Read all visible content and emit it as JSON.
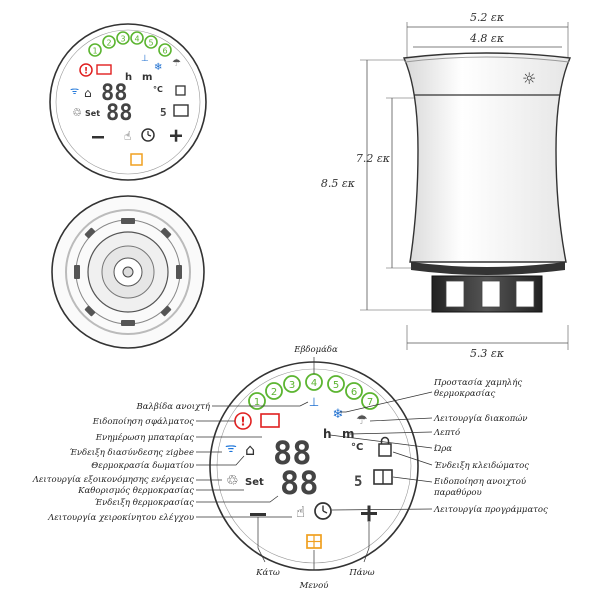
{
  "dimensions": {
    "top_width": "5.2 εκ",
    "inner_width": "4.8 εκ",
    "bottom_width": "5.3 εκ",
    "body_height": "7.2 εκ",
    "total_height": "8.5 εκ"
  },
  "display": {
    "days": [
      "1",
      "2",
      "3",
      "4",
      "5",
      "6",
      "7"
    ],
    "h": "h",
    "m": "m",
    "unit": "°C",
    "set": "Set",
    "digits_top": "88",
    "digits_bottom": "88",
    "small_digit": "5"
  },
  "callouts": {
    "week": "Εβδομάδα",
    "valve_open": "Βαλβίδα ανοιχτή",
    "fault": "Ειδοποίηση σφάλματος",
    "battery": "Ενημέρωση μπαταρίας",
    "zigbee": "Ένδειξη διασύνδεσης zigbee",
    "room_temp": "Θερμοκρασία δωματίου",
    "eco": "Λειτουργία εξοικονόμησης ενέργειας",
    "set_temp": "Καθορισμός θερμοκρασίας",
    "temp_display": "Ένδειξη θερμοκρασίας",
    "manual": "Λειτουργία χειροκίνητου ελέγχου",
    "frost_line1": "Προστασία χαμηλής",
    "frost_line2": "θερμοκρασίας",
    "holiday": "Λειτουργία διακοπών",
    "minute": "Λεπτό",
    "hour": "Ώρα",
    "lock": "Ένδειξη κλειδώματος",
    "window_line1": "Ειδοποίηση ανοιχτού",
    "window_line2": "παραθύρου",
    "program": "Λειτουργία προγράμματος",
    "down": "Κάτω",
    "menu": "Μενού",
    "up": "Πάνω"
  },
  "colors": {
    "day_green": "#5cb531",
    "day_blue": "#1e6fd0",
    "alert_red": "#e02020",
    "menu_orange": "#f0a020",
    "wifi_blue": "#1a73d9"
  },
  "icons": [
    "exclamation-icon",
    "battery-icon",
    "valve-icon",
    "holiday-icon",
    "frost-icon",
    "wifi-icon",
    "house-thermometer-icon",
    "eco-icon",
    "lock-icon",
    "window-icon",
    "hand-icon",
    "clock-icon",
    "minus-icon",
    "plus-icon",
    "menu-icon",
    "sun-icon"
  ]
}
